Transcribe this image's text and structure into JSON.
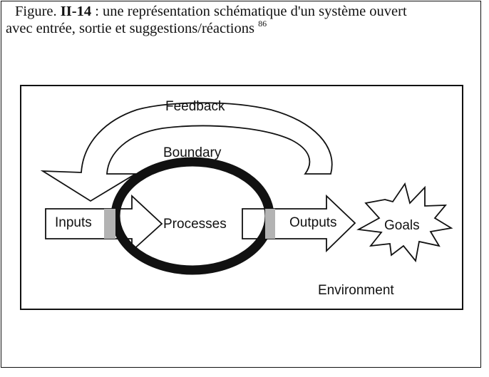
{
  "caption": {
    "prefix": "Figure. ",
    "number": "II-14",
    "text_line1": " : une représentation schématique d'un système ouvert",
    "text_line2": "avec entrée, sortie et suggestions/réactions ",
    "footnote": "86"
  },
  "diagram": {
    "labels": {
      "feedback": "Feedback",
      "boundary": "Boundary",
      "inputs": "Inputs",
      "processes": "Processes",
      "outputs": "Outputs",
      "goals": "Goals",
      "environment": "Environment"
    }
  }
}
